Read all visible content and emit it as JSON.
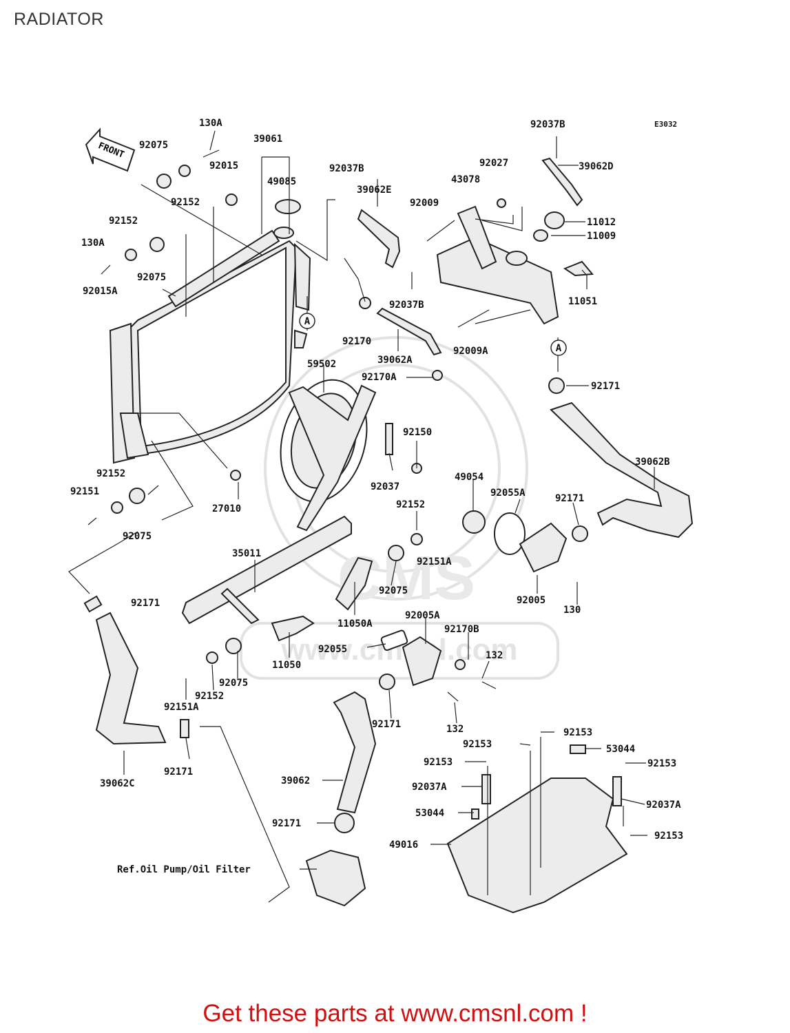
{
  "page": {
    "title": "RADIATOR",
    "footer": "Get these parts at www.cmsnl.com !"
  },
  "diagram": {
    "code": "E3032",
    "front_label": "FRONT",
    "ref_note": "Ref.Oil Pump/Oil Filter",
    "callouts": {
      "c130A_top": "130A",
      "c39061": "39061",
      "c92075_tl": "92075",
      "c92015": "92015",
      "c49085": "49085",
      "c92152_a": "92152",
      "c92152_b": "92152",
      "c130A_l": "130A",
      "c92075_b": "92075",
      "c92015A": "92015A",
      "c92037B_a": "92037B",
      "c39062E": "39062E",
      "c92037B_top": "92037B",
      "c92027": "92027",
      "c39062D": "39062D",
      "c43078": "43078",
      "c92009": "92009",
      "c11012": "11012",
      "c11009": "11009",
      "c92037B_b": "92037B",
      "c11051": "11051",
      "c92170": "92170",
      "c39062A": "39062A",
      "c92009A": "92009A",
      "c59502": "59502",
      "c92170A": "92170A",
      "c92171_a": "92171",
      "c92150": "92150",
      "c39062B": "39062B",
      "c92037": "92037",
      "c49054": "49054",
      "c92055A": "92055A",
      "c92152_c": "92152",
      "c92171_b": "92171",
      "c92151": "92151",
      "c92152_d": "92152",
      "c27010": "27010",
      "c92075_c": "92075",
      "c35011": "35011",
      "c92151A_a": "92151A",
      "c92075_d": "92075",
      "c92005": "92005",
      "c130": "130",
      "c92171_c": "92171",
      "c11050A": "11050A",
      "c92005A": "92005A",
      "c92170B": "92170B",
      "c92055": "92055",
      "c132_a": "132",
      "c11050": "11050",
      "c92075_e": "92075",
      "c92152_e": "92152",
      "c92151A_b": "92151A",
      "c92171_d": "92171",
      "c132_b": "132",
      "c92153_a": "92153",
      "c92153_b": "92153",
      "c53044_a": "53044",
      "c92153_c": "92153",
      "c92153_d": "92153",
      "c39062C": "39062C",
      "c92171_e": "92171",
      "c39062": "39062",
      "c92037A_a": "92037A",
      "c92037A_b": "92037A",
      "c53044_b": "53044",
      "c92171_f": "92171",
      "c92153_e": "92153",
      "c49016": "49016",
      "cA_1": "A",
      "cA_2": "A"
    },
    "watermark": "www.cmsnl.com",
    "watermark_logo": "CMS"
  }
}
